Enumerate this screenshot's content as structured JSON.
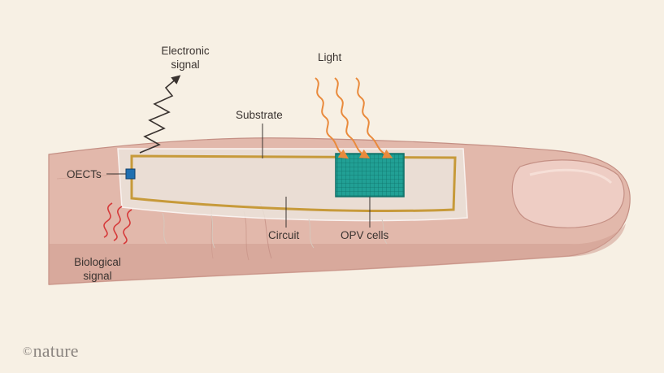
{
  "labels": {
    "electronic_signal": [
      "Electronic",
      "signal"
    ],
    "light": "Light",
    "substrate": "Substrate",
    "oects": "OECTs",
    "circuit": "Circuit",
    "opv_cells": "OPV cells",
    "biological_signal": [
      "Biological",
      "signal"
    ]
  },
  "brand": {
    "copyright": "©",
    "name": "nature"
  },
  "colors": {
    "background": "#f7f0e4",
    "skin": "#e2b8ab",
    "skin_shadow": "#cf9c90",
    "nail": "#eecdc4",
    "substrate": "#e9e2d8",
    "circuit": "#c79a3a",
    "opv": "#1f9a90",
    "oect": "#1f6fb0",
    "light_rays": "#e98a3c",
    "electronic_signal": "#3a3330",
    "biological_signal": "#d63a3a"
  },
  "icons": [
    "electronic-signal-arrow-icon",
    "light-ray-icon",
    "biological-signal-wave-icon"
  ]
}
